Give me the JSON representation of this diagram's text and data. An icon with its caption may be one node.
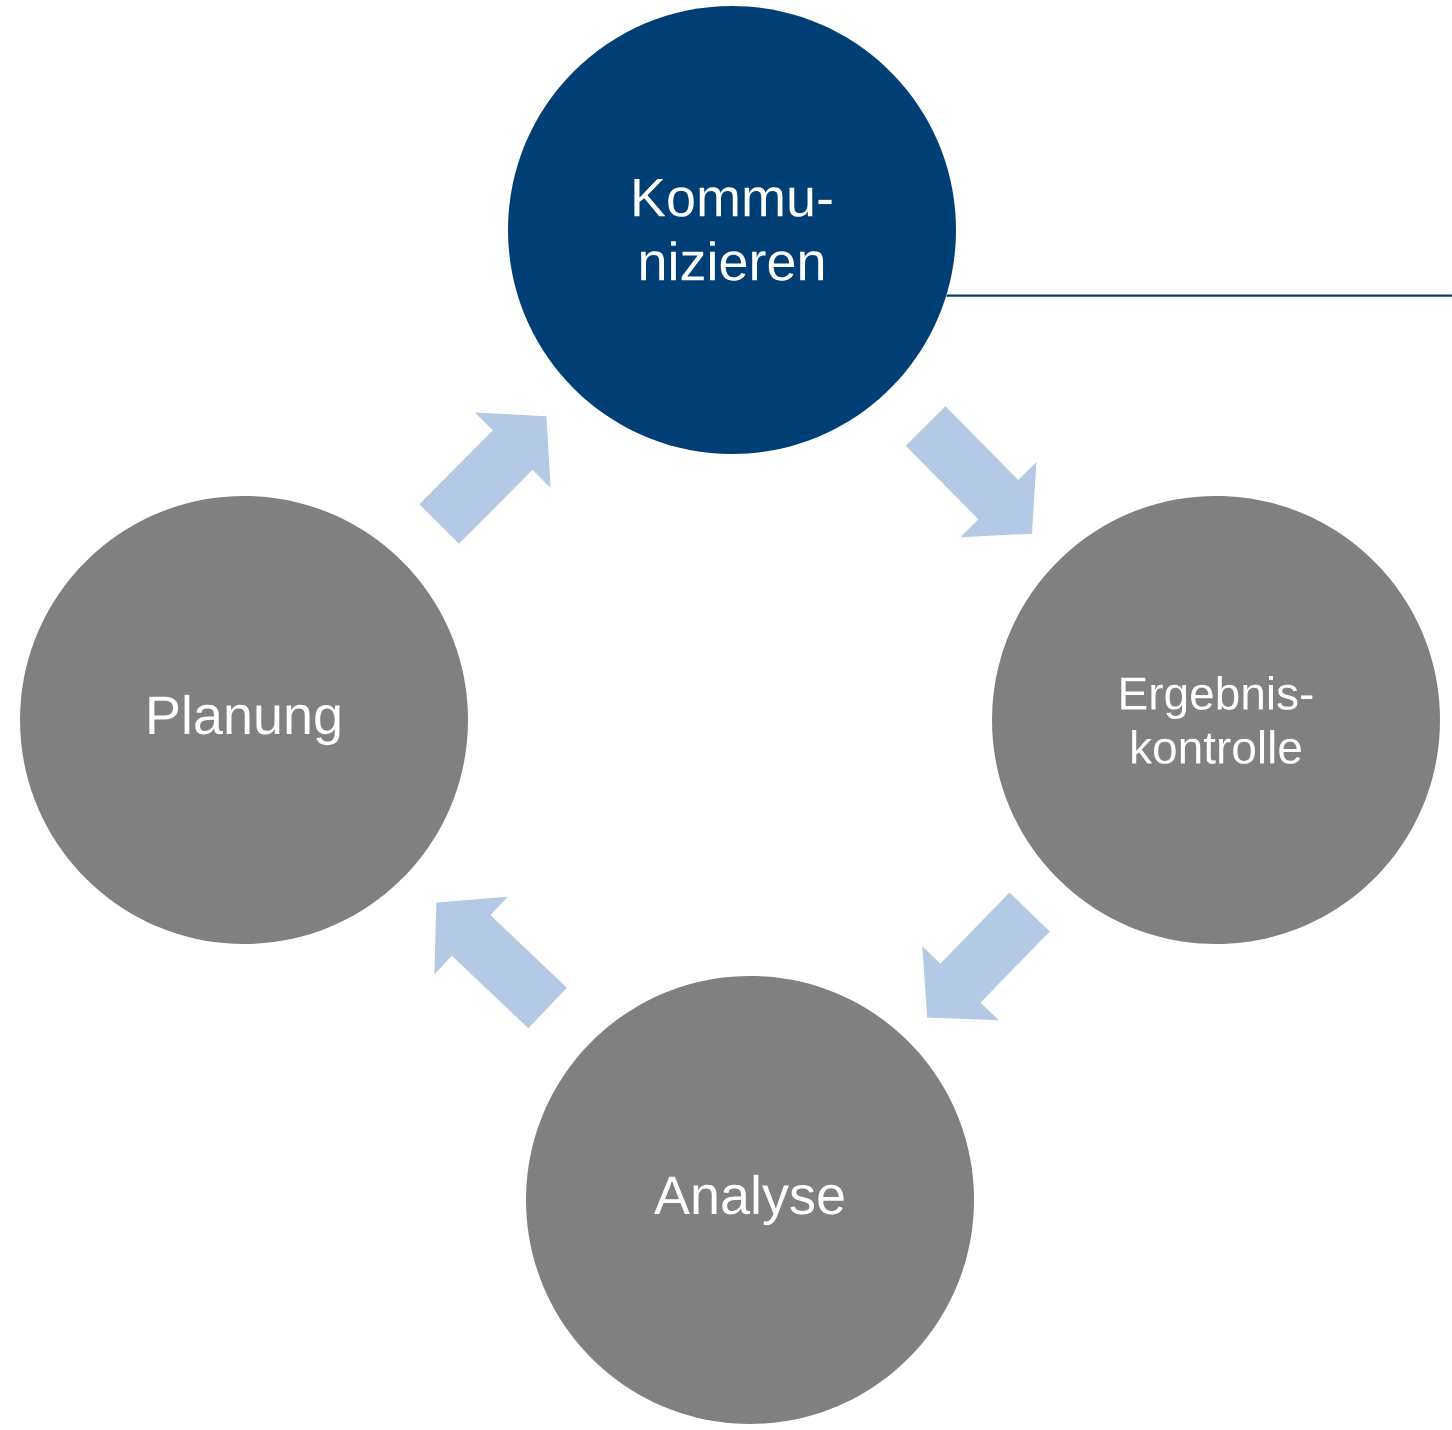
{
  "diagram": {
    "nodes": [
      {
        "text": [
          "Kommu- nizieren"
        ]
      },
      {
        "text": [
          "Ergebnis- kontrolle"
        ]
      },
      {
        "text": [
          "Analyse"
        ]
      },
      {
        "text": [
          "Planung"
        ]
      }
    ],
    "edges": [
      {
        "from": 0,
        "to": 1,
        "arrow": "to"
      },
      {
        "from": 1,
        "to": 2,
        "arrow": "to"
      },
      {
        "from": 2,
        "to": 3,
        "arrow": "to"
      },
      {
        "from": 3,
        "to": 0,
        "arrow": "to"
      },
      {
        "from": 0,
        "to": null,
        "arrow": "none",
        "color": "#003f76"
      }
    ]
  }
}
